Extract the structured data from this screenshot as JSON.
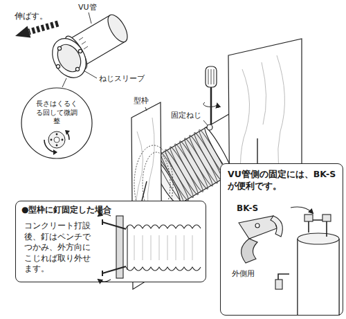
{
  "diagram": {
    "nodes": [
      {
        "text": [
          "長さはくるくる回して微調整"
        ]
      },
      {
        "text": [
          "●型枠に釘固定した場合",
          "コンクリート打設後、釘はペンチでつかみ、外方向にこじれば取り外せます。"
        ]
      },
      {
        "text": [
          "VU管側の固定には、BK-Sが便利です。"
        ]
      }
    ],
    "labels": [
      "VU管",
      "伸ばす。",
      "ねじスリーブ",
      "型枠",
      "固定ねじ",
      "BK-S",
      "外側用"
    ]
  }
}
